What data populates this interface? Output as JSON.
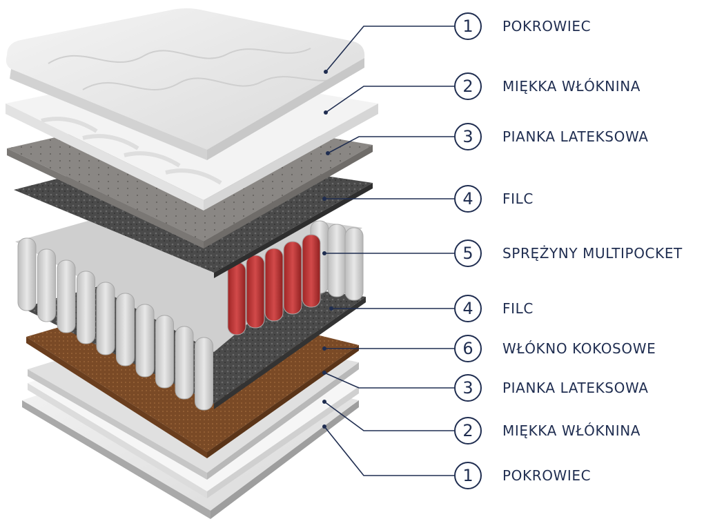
{
  "colors": {
    "accent": "#1f2d50",
    "cover": "#ececec",
    "fiber": "#f2f2f2",
    "latex": "#8a8784",
    "felt": "#4a4a4a",
    "springs": "#d6d6d6",
    "springs_accent": "#c43232",
    "coconut": "#7a4a26"
  },
  "layers": [
    {
      "number": "1",
      "label": "POKROWIEC"
    },
    {
      "number": "2",
      "label": "MIĘKKA WŁÓKNINA"
    },
    {
      "number": "3",
      "label": "PIANKA LATEKSOWA"
    },
    {
      "number": "4",
      "label": "FILC"
    },
    {
      "number": "5",
      "label": "SPRĘŻYNY MULTIPOCKET"
    },
    {
      "number": "4",
      "label": "FILC"
    },
    {
      "number": "6",
      "label": "WŁÓKNO KOKOSOWE"
    },
    {
      "number": "3",
      "label": "PIANKA LATEKSOWA"
    },
    {
      "number": "2",
      "label": "MIĘKKA WŁÓKNINA"
    },
    {
      "number": "1",
      "label": "POKROWIEC"
    }
  ]
}
